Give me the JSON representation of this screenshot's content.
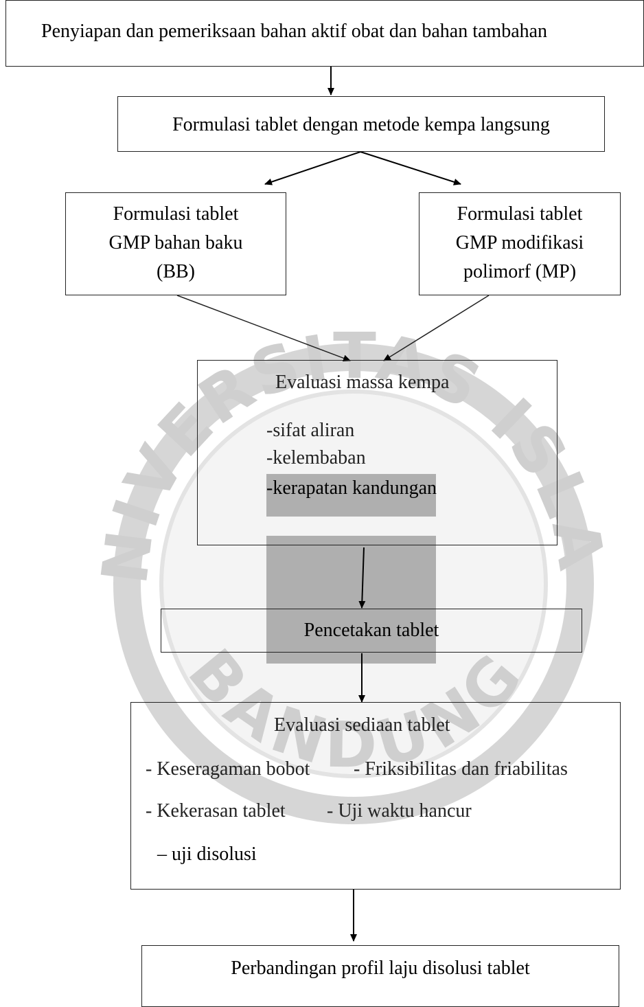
{
  "watermark": {
    "text": "UNIVERSITAS ISLAM BANDUNG"
  },
  "diagram": {
    "step1": "Penyiapan dan pemeriksaan bahan aktif obat dan bahan tambahan",
    "step2": "Formulasi tablet dengan metode kempa langsung",
    "left_branch": [
      "Formulasi tablet",
      "GMP bahan baku",
      "(BB)"
    ],
    "right_branch": [
      "Formulasi tablet",
      "GMP modifikasi",
      "polimorf (MP)"
    ],
    "eval_mass": {
      "title": "Evaluasi massa kempa",
      "items": [
        "-sifat aliran",
        "-kelembaban",
        "-kerapatan kandungan"
      ]
    },
    "printing": "Pencetakan tablet",
    "eval_tablet": {
      "title": "Evaluasi sediaan tablet",
      "row1_a": "- Keseragaman bobot",
      "row1_b": "- Friksibilitas dan friabilitas",
      "row2_a": "- Kekerasan tablet",
      "row2_b": "- Uji waktu hancur",
      "row3": "– uji disolusi"
    },
    "final": "Perbandingan profil laju disolusi tablet"
  }
}
